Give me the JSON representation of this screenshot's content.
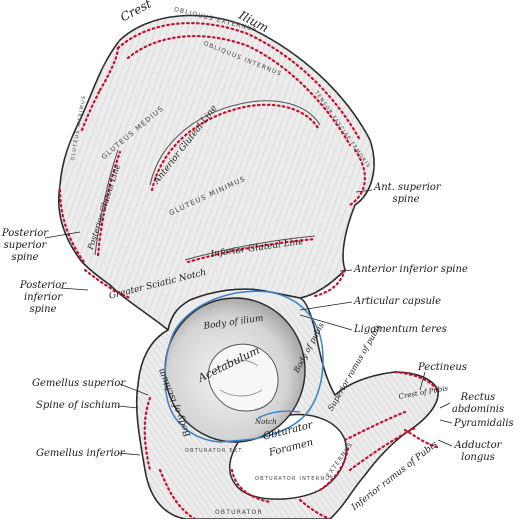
{
  "labels": {
    "crest": "Crest",
    "ilium": "Ilium",
    "ant_superior_spine_1": "Ant. superior",
    "ant_superior_spine_2": "spine",
    "posterior_superior_spine_1": "Posterior",
    "posterior_superior_spine_2": "superior",
    "posterior_superior_spine_3": "spine",
    "posterior_inferior_spine_1": "Posterior",
    "posterior_inferior_spine_2": "inferior",
    "posterior_inferior_spine_3": "spine",
    "anterior_inferior_spine": "Anterior inferior spine",
    "articular_capsule": "Articular capsule",
    "ligamentum_teres": "Ligamentum teres",
    "pectineus": "Pectineus",
    "rectus_abdominis_1": "Rectus",
    "rectus_abdominis_2": "abdominis",
    "pyramidalis": "Pyramidalis",
    "adductor_longus_1": "Adductor",
    "adductor_longus_2": "longus",
    "gemellus_superior": "Gemellus superior",
    "spine_of_ischium": "Spine of ischium",
    "gemellus_inferior": "Gemellus inferior"
  },
  "bone_text": {
    "anterior_gluteal_line": "Anterior Gluteal Line",
    "posterior_gluteal_line": "Posterior Gluteal Line",
    "inferior_gluteal_line": "Inferior Gluteal Line",
    "greater_sciatic_notch": "Greater Sciatic Notch",
    "body_of_ilium": "Body of ilium",
    "acetabulum": "Acetabulum",
    "body_of_ischium": "Body of ischium",
    "body_of_pubis": "Body of pubis",
    "obturator_foramen_1": "Obturator",
    "obturator_foramen_2": "Foramen",
    "superior_ramus_of_pubis": "Superior ramus of pubis",
    "crest_of_pubis": "Crest of Pubis",
    "inferior_ramus_of_pubis": "Inferior ramus of Pubis",
    "notch": "Notch",
    "obturator_internus": "OBTURATOR INTERNUS",
    "obturator_ext": "OBTURATOR EXT."
  },
  "muscle_text": {
    "gluteus_medius": "GLUTEUS MEDIUS",
    "gluteus_minimus": "GLUTEUS MINIMUS",
    "gluteus_maximus": "GLUTEUS MAXIMUS",
    "obliquus_externus": "OBLIQUUS EXTERNUS",
    "obliquus_internus": "OBLIQUUS INTERNUS",
    "tensor_fasciae": "TENSOR FASCIAE FEMORIS",
    "obturator_bottom": "OBTURATOR",
    "externus": "EXTERNUS"
  },
  "colors": {
    "bone_fill": "#ececec",
    "bone_shade": "#bdbdbd",
    "outline": "#2a2a2a",
    "muscle_attachment": "#c8102e",
    "capsule_line": "#3b82c4",
    "leader": "#222222"
  }
}
